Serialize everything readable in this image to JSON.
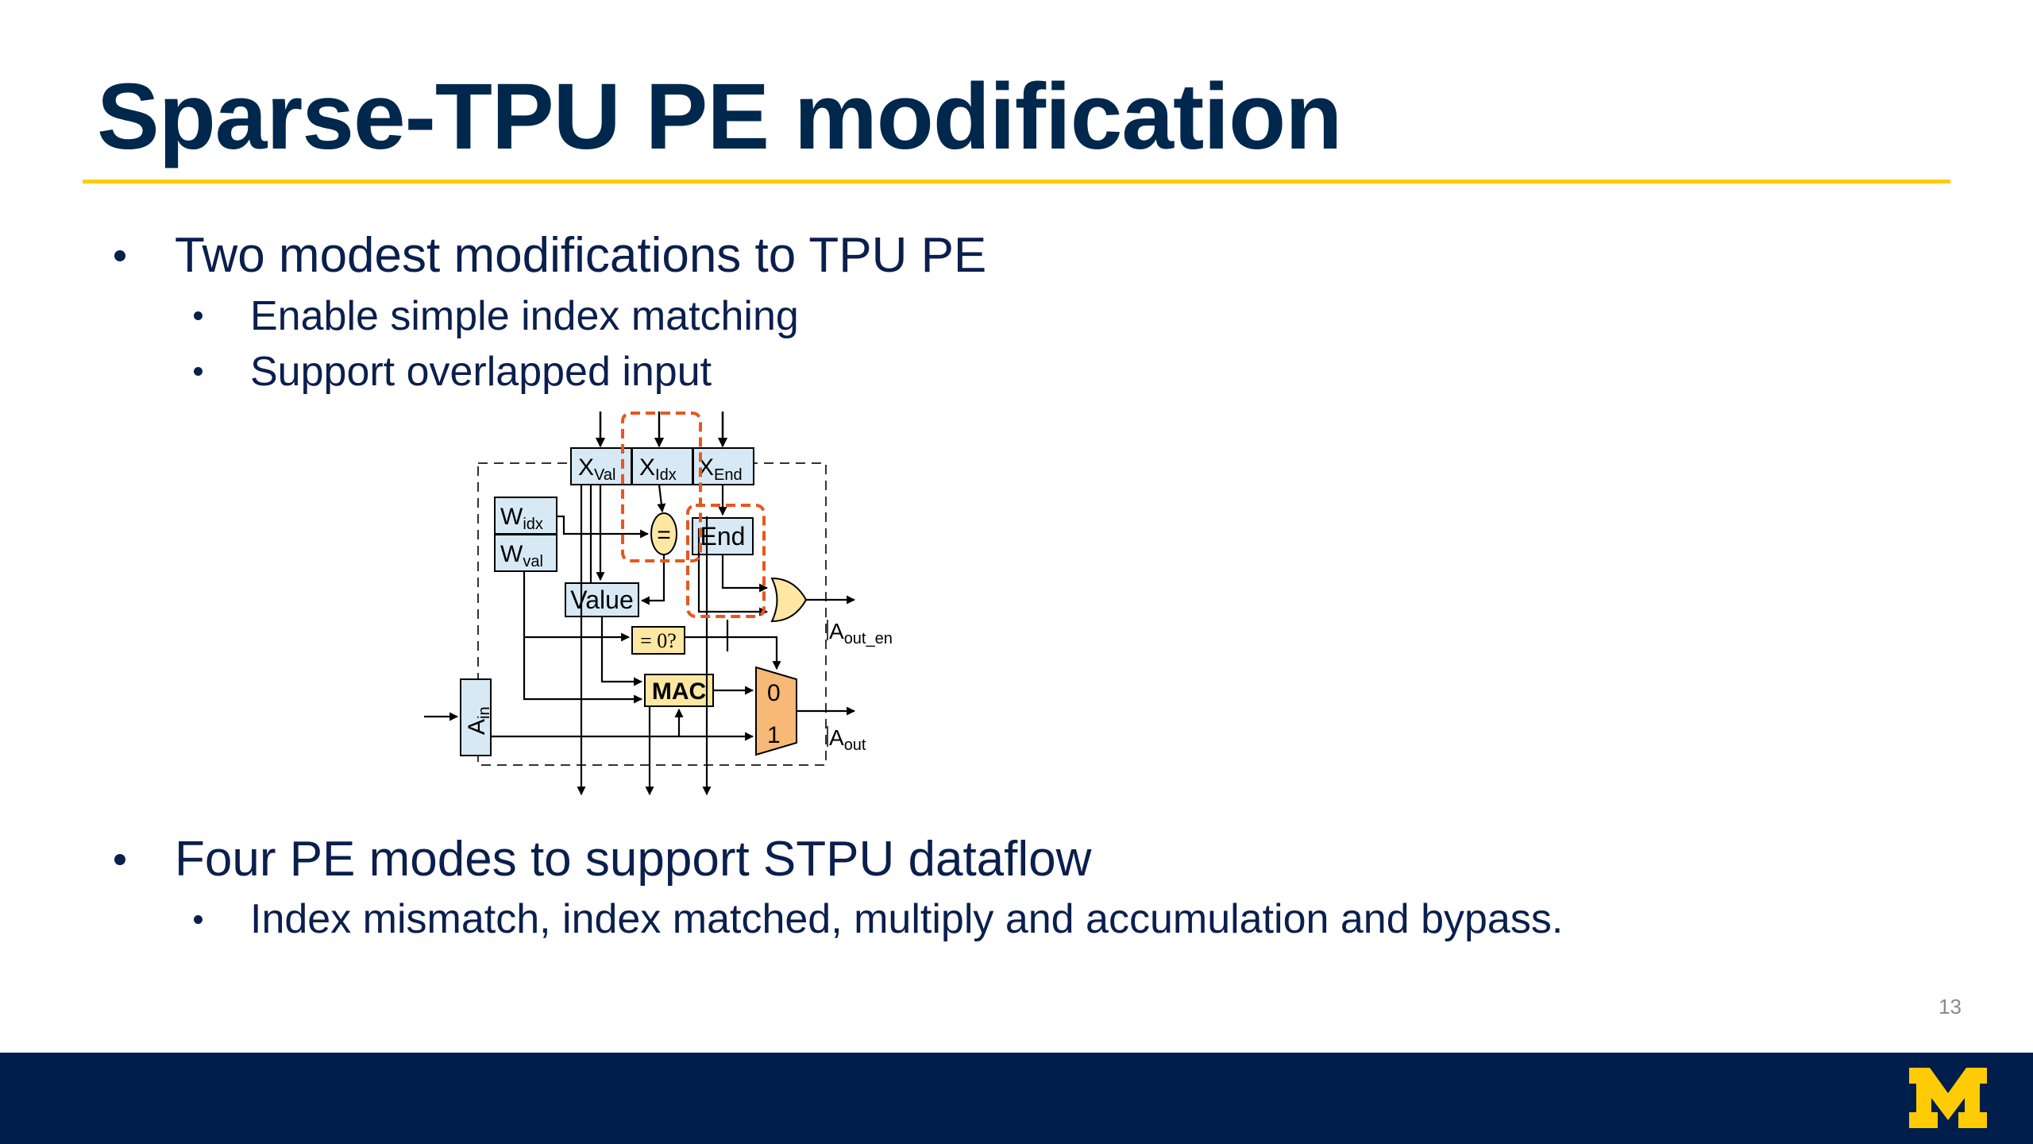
{
  "slide": {
    "title": "Sparse-TPU PE modification",
    "page_number": "13"
  },
  "bullets": {
    "section1": {
      "text": "Two modest modifications to TPU PE",
      "sub": [
        "Enable simple index matching",
        "Support overlapped input"
      ]
    },
    "section2": {
      "text": "Four PE modes to support STPU dataflow",
      "sub": [
        "Index mismatch, index matched, multiply and accumulation and bypass."
      ]
    }
  },
  "diagram": {
    "x_val_label": "X",
    "x_val_sub": "Val",
    "x_idx_label": "X",
    "x_idx_sub": "Idx",
    "x_end_label": "X",
    "x_end_sub": "End",
    "w_idx_label": "W",
    "w_idx_sub": "idx",
    "w_val_label": "W",
    "w_val_sub": "val",
    "equal_label": "=",
    "end_label": "End",
    "value_label": "Value",
    "zero_check_label": "= 0?",
    "mac_label": "MAC",
    "a_in_label": "A",
    "a_in_sub": "in",
    "mux_in0": "0",
    "mux_in1": "1",
    "a_out_en_label": "A",
    "a_out_en_sub": "out_en",
    "a_out_label": "A",
    "a_out_sub": "out"
  },
  "colors": {
    "navy": "#00274c",
    "maize": "#ffcb05",
    "footer": "#001e4b",
    "register_fill": "#d7e9f5",
    "unit_fill": "#fde7a2",
    "mux_fill": "#f7b977",
    "highlight": "#e8571f"
  }
}
